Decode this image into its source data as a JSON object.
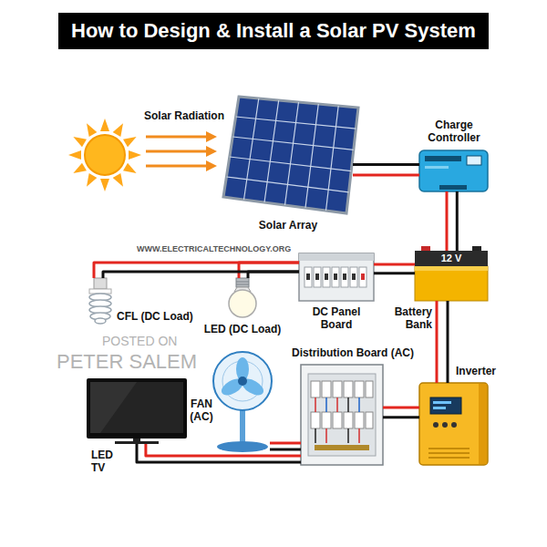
{
  "diagram": {
    "title": "How to Design & Install a Solar PV System",
    "nodes": [
      {
        "text": [
          "Solar Array"
        ]
      },
      {
        "text": [
          "Charge Controller"
        ]
      },
      {
        "text": [
          "CFL (DC Load)"
        ]
      },
      {
        "text": [
          "LED (DC Load)"
        ]
      },
      {
        "text": [
          "DC Panel Board"
        ]
      },
      {
        "text": [
          "12 V",
          "Battery Bank"
        ]
      },
      {
        "text": [
          "LED TV"
        ]
      },
      {
        "text": [
          "FAN (AC)"
        ]
      },
      {
        "text": [
          "Distribution Board (AC)"
        ]
      },
      {
        "text": [
          "Inverter"
        ]
      }
    ],
    "edges": [
      {
        "from": 0,
        "to": 1,
        "arrow": "none"
      },
      {
        "from": 1,
        "to": 5,
        "arrow": "none"
      },
      {
        "from": 5,
        "to": 4,
        "arrow": "none"
      },
      {
        "from": 4,
        "to": 3,
        "arrow": "none"
      },
      {
        "from": 4,
        "to": 2,
        "arrow": "none"
      },
      {
        "from": 5,
        "to": 9,
        "arrow": "none"
      },
      {
        "from": 9,
        "to": 8,
        "arrow": "none"
      },
      {
        "from": 8,
        "to": 7,
        "arrow": "none"
      },
      {
        "from": 8,
        "to": 6,
        "arrow": "none"
      }
    ],
    "labels": [
      "Solar Radiation",
      "WWW.ELECTRICALTECHNOLOGY.ORG",
      "POSTED ON",
      "PETER SALEM"
    ]
  }
}
